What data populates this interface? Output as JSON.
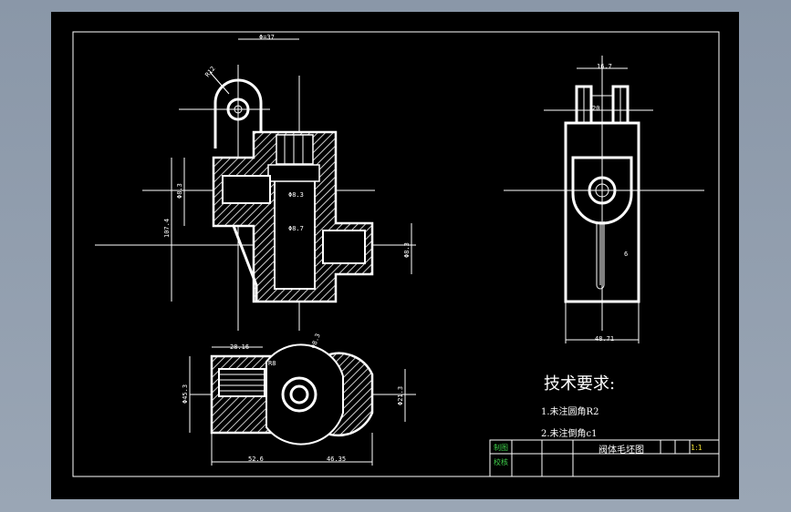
{
  "dimensions": {
    "front_top_width": "Φ=37",
    "front_radius": "R12",
    "front_height_left": "Φ8.3",
    "front_total_height": "107.4",
    "front_bore_1": "Φ8.3",
    "front_bore_2": "Φ8.7",
    "front_right_height": "Φ8.3",
    "side_top_width": "16.7",
    "side_slot": "20",
    "side_bottom_width": "48.71",
    "side_small": "6",
    "bottom_top_dim": "28.16",
    "bottom_radius": "R8",
    "bottom_diameter": "Φ8.3",
    "bottom_left_height": "Φ45.3",
    "bottom_right_height": "Φ21.3",
    "bottom_left_width": "52.6",
    "bottom_right_width": "46.35"
  },
  "requirements": {
    "title": "技术要求:",
    "item1": "1.未注圆角R2",
    "item2": "2.未注倒角c1"
  },
  "title_block": {
    "drawn_label": "制图",
    "checked_label": "校核",
    "part_name": "阀体毛坯图",
    "scale": "1:1"
  }
}
